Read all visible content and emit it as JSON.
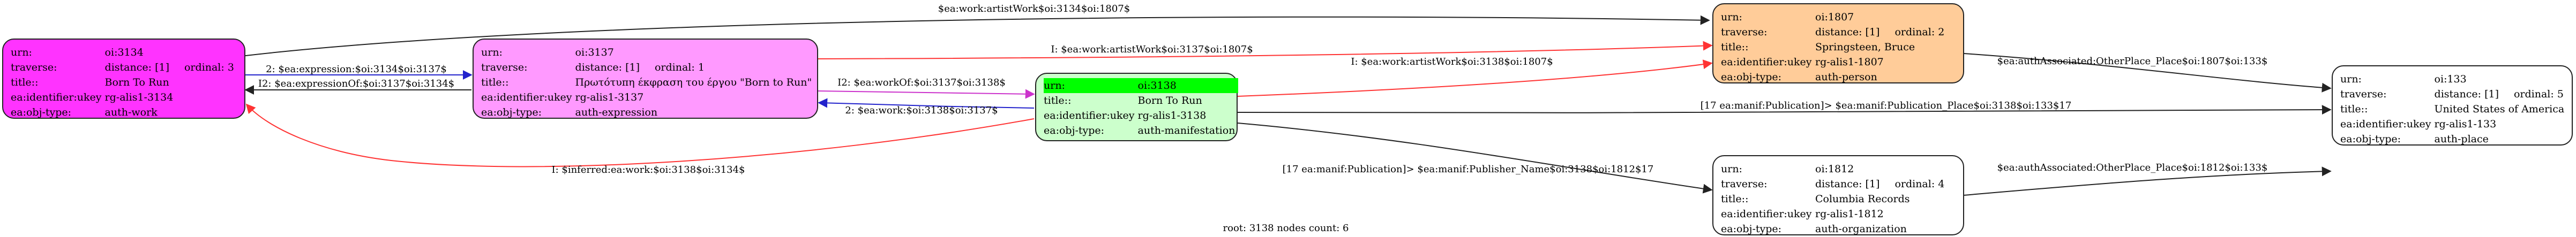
{
  "caption": "root: 3138 nodes count: 6",
  "colors": {
    "work": "#ff33ff",
    "expression": "#ff99ff",
    "manifestation": "#ccffcc",
    "person": "#ffcc99",
    "plain": "#ffffff",
    "highlight": "#00ff00",
    "edge_black": "#222222",
    "edge_red": "#ff3333",
    "edge_blue": "#2222cc",
    "edge_magenta": "#cc33cc"
  },
  "nodes": {
    "n3134": {
      "urn_key": "urn:",
      "urn_val": "oi:3134",
      "trav_key": "traverse:",
      "trav_val": "distance: [1]",
      "trav_extra": "ordinal: 3",
      "title_key": "title::",
      "title_val": "Born To Run",
      "id_key": "ea:identifier:ukey",
      "id_val": "rg-alis1-3134",
      "type_key": "ea:obj-type:",
      "type_val": "auth-work"
    },
    "n3137": {
      "urn_key": "urn:",
      "urn_val": "oi:3137",
      "trav_key": "traverse:",
      "trav_val": "distance: [1]",
      "trav_extra": "ordinal: 1",
      "title_key": "title::",
      "title_val": "Πρωτότυπη έκφραση του έργου \"Born to Run\"",
      "id_key": "ea:identifier:ukey",
      "id_val": "rg-alis1-3137",
      "type_key": "ea:obj-type:",
      "type_val": "auth-expression"
    },
    "n3138": {
      "urn_key": "urn:",
      "urn_val": "oi:3138",
      "title_key": "title::",
      "title_val": "Born To Run",
      "id_key": "ea:identifier:ukey",
      "id_val": "rg-alis1-3138",
      "type_key": "ea:obj-type:",
      "type_val": "auth-manifestation"
    },
    "n1807": {
      "urn_key": "urn:",
      "urn_val": "oi:1807",
      "trav_key": "traverse:",
      "trav_val": "distance: [1]",
      "trav_extra": "ordinal: 2",
      "title_key": "title::",
      "title_val": "Springsteen, Bruce",
      "id_key": "ea:identifier:ukey",
      "id_val": "rg-alis1-1807",
      "type_key": "ea:obj-type:",
      "type_val": "auth-person"
    },
    "n1812": {
      "urn_key": "urn:",
      "urn_val": "oi:1812",
      "trav_key": "traverse:",
      "trav_val": "distance: [1]",
      "trav_extra": "ordinal: 4",
      "title_key": "title::",
      "title_val": "Columbia Records",
      "id_key": "ea:identifier:ukey",
      "id_val": "rg-alis1-1812",
      "type_key": "ea:obj-type:",
      "type_val": "auth-organization"
    },
    "n133": {
      "urn_key": "urn:",
      "urn_val": "oi:133",
      "trav_key": "traverse:",
      "trav_val": "distance: [1]",
      "trav_extra": "ordinal: 5",
      "title_key": "title::",
      "title_val": "United States of America",
      "id_key": "ea:identifier:ukey",
      "id_val": "rg-alis1-133",
      "type_key": "ea:obj-type:",
      "type_val": "auth-place"
    }
  },
  "edges": {
    "e_work_artist": "$ea:work:artistWork$oi:3134$oi:1807$",
    "e_expression": "2: $ea:expression:$oi:3134$oi:3137$",
    "e_expressionof": "I2: $ea:expressionOf:$oi:3137$oi:3134$",
    "e_inferred_artist": "I: $ea:work:artistWork$oi:3137$oi:1807$",
    "e_workof": "I2: $ea:workOf:$oi:3137$oi:3138$",
    "e_work": "2: $ea:work:$oi:3138$oi:3137$",
    "e_inferred_work": "I: $inferred:ea:work:$oi:3138$oi:3134$",
    "e_manif_artist": "I: $ea:work:artistWork$oi:3138$oi:1807$",
    "e_pub_place": "[17 ea:manif:Publication]> $ea:manif:Publication_Place$oi:3138$oi:133$17",
    "e_pub_name": "[17 ea:manif:Publication]> $ea:manif:Publisher_Name$oi:3138$oi:1812$17",
    "e_assoc_1807": "$ea:authAssociated:OtherPlace_Place$oi:1807$oi:133$",
    "e_assoc_1812": "$ea:authAssociated:OtherPlace_Place$oi:1812$oi:133$"
  }
}
